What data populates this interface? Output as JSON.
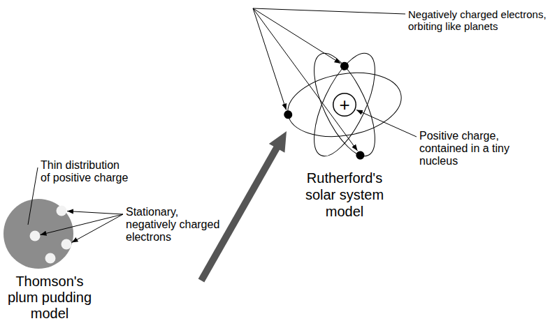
{
  "diagram": {
    "nodes": [
      {
        "text": [
          "+"
        ]
      }
    ],
    "labels": [
      "Negatively charged electrons, orbiting like planets",
      "Positive charge, contained in a tiny nucleus",
      "Rutherford's solar system model",
      "Thin distribution of positive charge",
      "Stationary, negatively charged electrons",
      "Thomson's plum pudding model"
    ]
  }
}
